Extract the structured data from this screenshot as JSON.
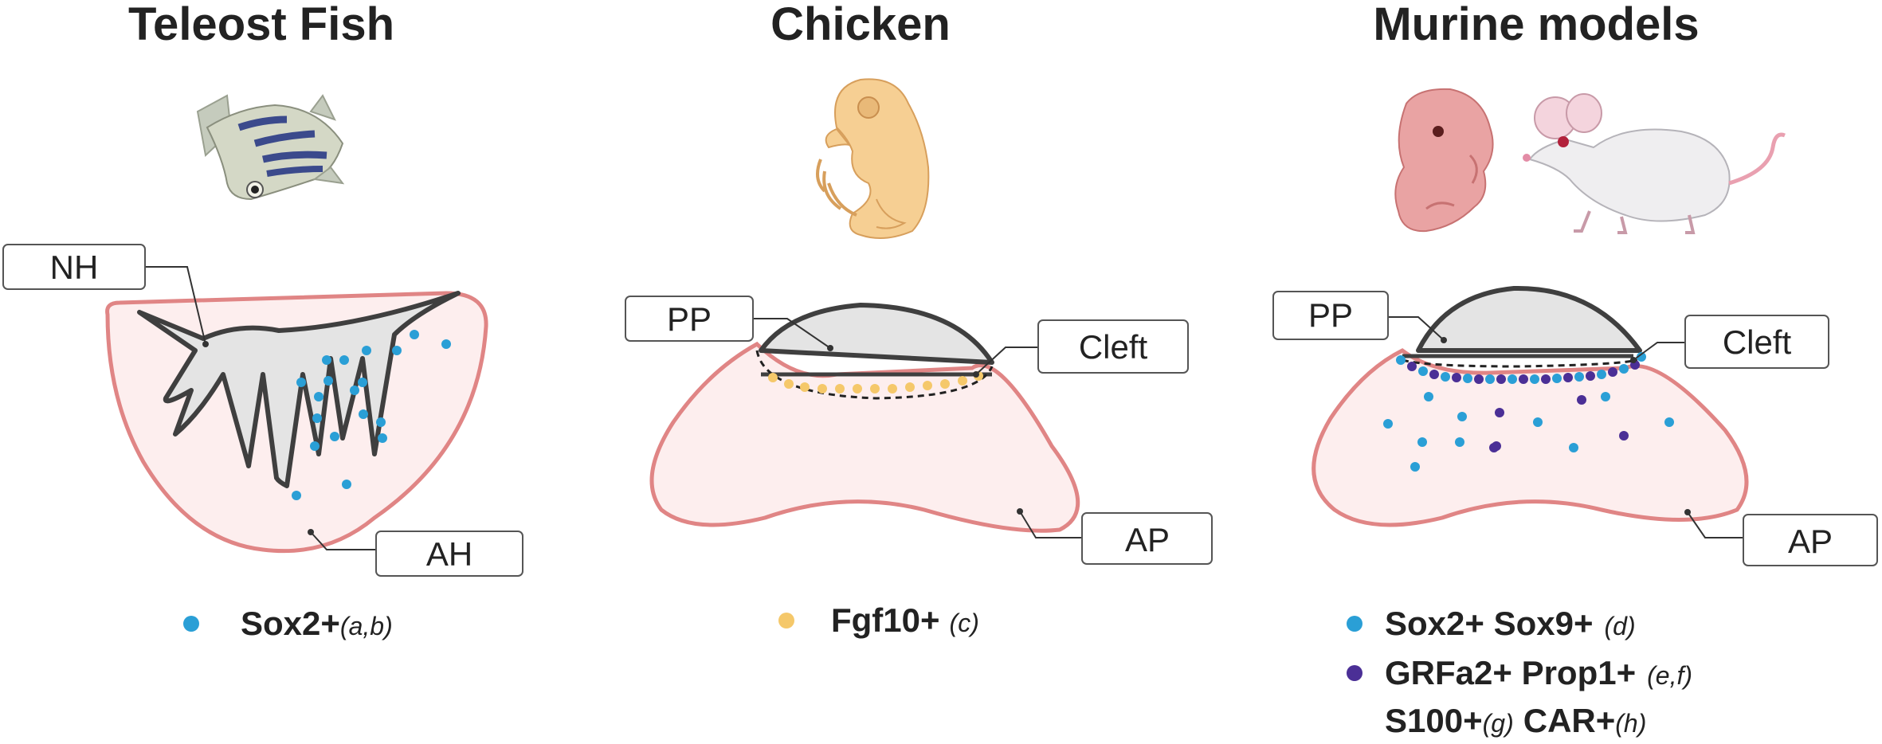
{
  "panels": [
    {
      "title": "Teleost Fish",
      "labels": {
        "nh": "NH",
        "ah": "AH"
      },
      "legend": [
        {
          "marker": "Sox2+",
          "ref": "(a,b)",
          "color": "#2a9fd6"
        }
      ]
    },
    {
      "title": "Chicken",
      "labels": {
        "pp": "PP",
        "cleft": "Cleft",
        "ap": "AP"
      },
      "legend": [
        {
          "marker": "Fgf10+",
          "ref": "(c)",
          "color": "#f5c86a"
        }
      ]
    },
    {
      "title": "Murine models",
      "labels": {
        "pp": "PP",
        "cleft": "Cleft",
        "ap": "AP"
      },
      "legend": [
        {
          "marker": "Sox2+ Sox9+",
          "ref": "(d)",
          "color": "#2a9fd6"
        },
        {
          "marker": "GRFa2+ Prop1+",
          "ref": "(e,f)",
          "color": "#4b2f96"
        },
        {
          "marker": "S100+",
          "ref": "(g)",
          "marker2": "CAR+",
          "ref2": "(h)"
        }
      ]
    }
  ],
  "colors": {
    "tissue_fill": "#fdeeee",
    "tissue_stroke": "#e08585",
    "neural_fill": "#e4e4e4",
    "outline": "#3f3f3f",
    "sox2": "#2a9fd6",
    "fgf10": "#f5c86a",
    "grfa2": "#4b2f96"
  },
  "icons": [
    "zebrafish-icon",
    "chick-embryo-icon",
    "mouse-embryo-icon",
    "mouse-icon"
  ]
}
